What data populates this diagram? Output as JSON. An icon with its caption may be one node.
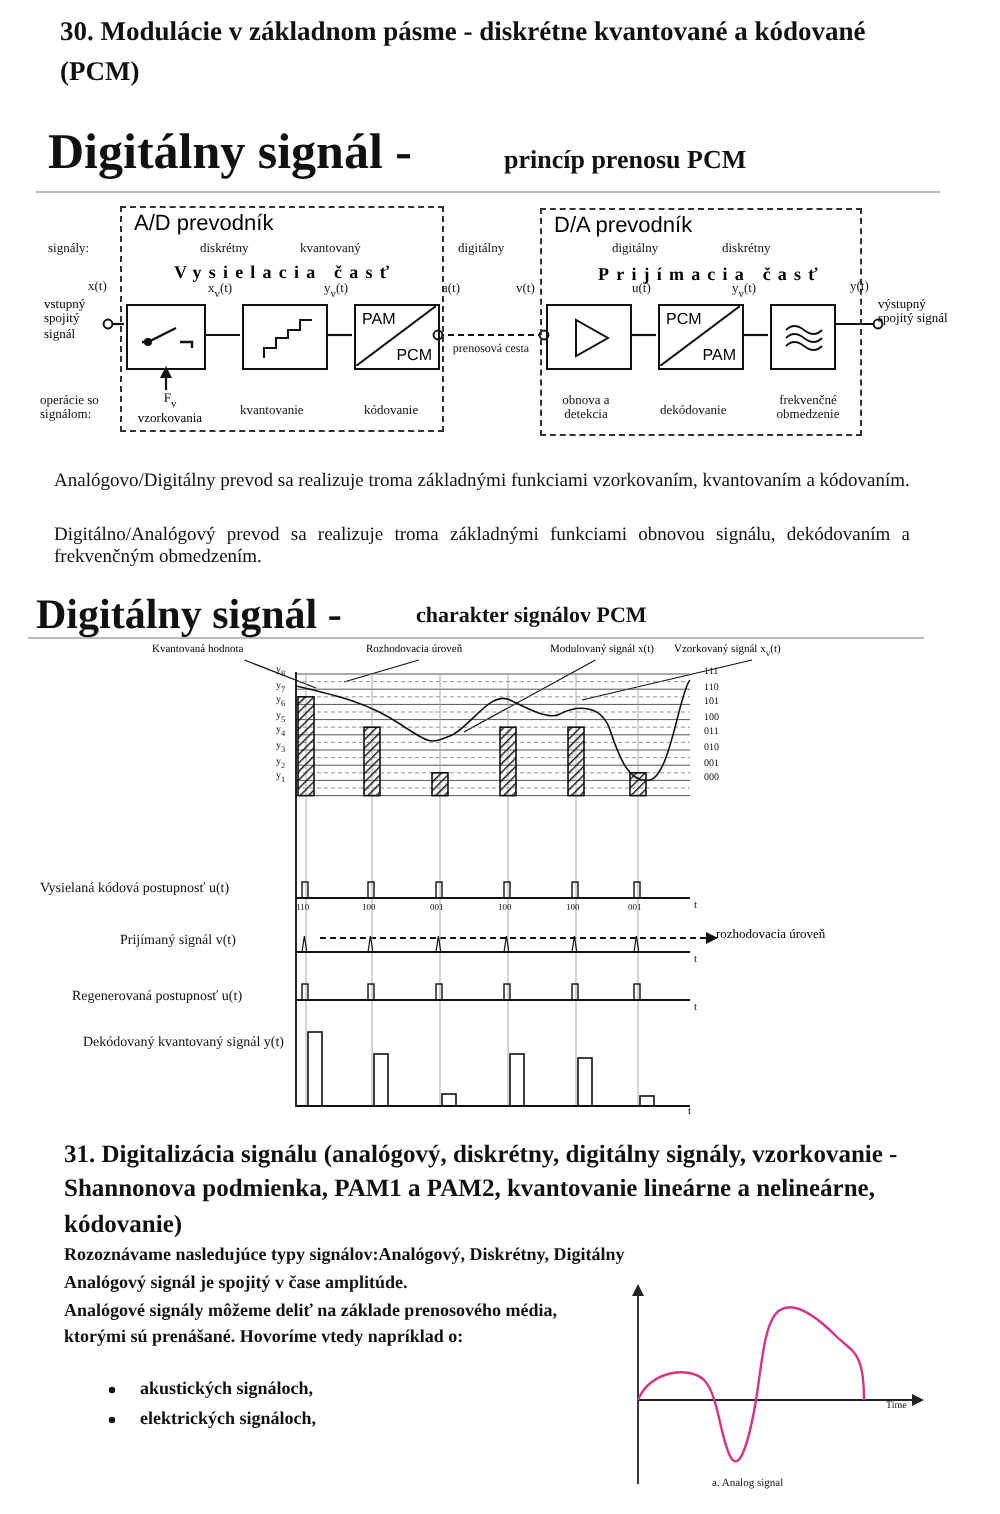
{
  "diagram": {
    "title": "30. Modulácie v základnom pásme - diskrétne kvantované a kódované (PCM)",
    "nodes": [
      {
        "text": [
          "A/D prevodník",
          "Vysielacia časť"
        ]
      },
      {
        "text": [
          "vstupný spojitý signál"
        ],
        "beside": [
          "x(t)"
        ]
      },
      {
        "text": [],
        "shape": "box",
        "in": 0
      },
      {
        "text": [],
        "shape": "box",
        "in": 0
      },
      {
        "text": [
          "PAM",
          "PCM"
        ],
        "in": 0
      },
      {
        "text": [
          "F$_{v}$ vzorkovania"
        ],
        "in": 0
      },
      {
        "text": [
          "D/A prevodník",
          "Prijímacia časť"
        ]
      },
      {
        "text": [],
        "shape": "box",
        "in": 6,
        "beside": [
          "v(t)"
        ]
      },
      {
        "text": [
          "PCM",
          "PAM"
        ],
        "in": 6
      },
      {
        "text": [],
        "shape": "box",
        "in": 6
      },
      {
        "text": [
          "výstupný spojitý signál"
        ],
        "beside": [
          "y(t)"
        ]
      },
      {
        "text": [
          "Kvantovaná hodnota"
        ]
      },
      {
        "text": [
          "Rozhodovacia úroveň"
        ]
      },
      {
        "text": [
          "Modulovaný signál x(t)"
        ]
      },
      {
        "text": [
          "Vzorkovaný signál x$_{v}$(t)"
        ]
      },
      {
        "text": [
          "rozhodovacia úroveň"
        ]
      }
    ],
    "edges": [
      {
        "from": 1,
        "to": 2,
        "arrow": "other"
      },
      {
        "from": 2,
        "to": 3,
        "arrow": "none"
      },
      {
        "from": 3,
        "to": 4,
        "arrow": "none"
      },
      {
        "from": 4,
        "to": 7,
        "arrow": "other",
        "style": "dashed",
        "label": "prenosová cesta"
      },
      {
        "from": 7,
        "to": 8,
        "arrow": "none"
      },
      {
        "from": 8,
        "to": 9,
        "arrow": "none"
      },
      {
        "from": 9,
        "to": 10,
        "arrow": "other"
      },
      {
        "from": 5,
        "to": 2,
        "arrow": "to"
      },
      {
        "from": 11,
        "to": null,
        "arrow": "none"
      },
      {
        "from": 12,
        "to": null,
        "arrow": "none"
      },
      {
        "from": 13,
        "to": null,
        "arrow": "none"
      },
      {
        "from": 14,
        "to": null,
        "arrow": "none"
      },
      {
        "from": null,
        "to": 15,
        "arrow": "to",
        "style": "dashed"
      }
    ],
    "labels": [
      "Digitálny signál -",
      "princíp prenosu PCM",
      "signály:",
      "diskrétny",
      "kvantovaný",
      "digitálny",
      "digitálny",
      "diskrétny",
      "x$_{v}$(t)",
      "y$_{v}$(t)",
      "a(t)",
      "u(t)",
      "y$_{v}$(t)",
      "operácie so signálom:",
      "kvantovanie",
      "kódovanie",
      "obnova a detekcia",
      "dekódovanie",
      "frekvenčné obmedzenie",
      "Analógovo/Digitálny prevod sa realizuje troma základnými funkciami vzorkovaním, kvantovaním a kódovaním.",
      "Digitálno/Analógový prevod sa realizuje troma základnými funkciami obnovou signálu, dekódovaním a frekvenčným obmedzením.",
      "Digitálny signál -",
      "charakter signálov PCM",
      "y$_{8}$",
      "y$_{7}$",
      "y$_{6}$",
      "y$_{5}$",
      "y$_{4}$",
      "y$_{3}$",
      "y$_{2}$",
      "y$_{1}$",
      "111",
      "110",
      "101",
      "100",
      "011",
      "010",
      "001",
      "000",
      "Vysielaná kódová postupnosť u(t)",
      "110",
      "100",
      "001",
      "100",
      "100",
      "001",
      "t",
      "Prijímaný signál v(t)",
      "t",
      "Regenerovaná postupnosť u(t)",
      "t",
      "Dekódovaný kvantovaný signál y(t)",
      "t",
      "31. Digitalizácia signálu (analógový, diskrétny, digitálny signály, vzorkovanie - Shannonova podmienka, PAM1 a PAM2, kvantovanie lineárne a nelineárne, kódovanie)",
      "Rozoznávame nasledujúce typy signálov:Analógový, Diskrétny, Digitálny",
      "Analógový signál je spojitý v čase amplitúde.",
      "Analógové signály môžeme deliť na základe prenosového média, ktorými sú prenášané. Hovoríme vtedy napríklad o:",
      "akustických signáloch,",
      "elektrických signáloch,",
      "Time",
      "a. Analog signal"
    ]
  }
}
